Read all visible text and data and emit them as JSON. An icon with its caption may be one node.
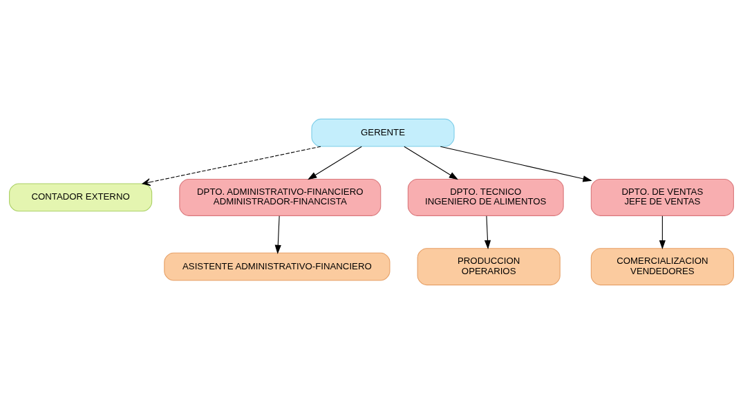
{
  "diagram": {
    "nodes": [
      {
        "text": [
          "GERENTE"
        ]
      },
      {
        "text": [
          "CONTADOR EXTERNO"
        ]
      },
      {
        "text": [
          "DPTO. ADMINISTRATIVO-FINANCIERO",
          "ADMINISTRADOR-FINANCISTA"
        ]
      },
      {
        "text": [
          "DPTO. TECNICO",
          "INGENIERO DE ALIMENTOS"
        ]
      },
      {
        "text": [
          "DPTO. DE VENTAS",
          "JEFE DE VENTAS"
        ]
      },
      {
        "text": [
          "ASISTENTE ADMINISTRATIVO-FINANCIERO"
        ]
      },
      {
        "text": [
          "PRODUCCION",
          "OPERARIOS"
        ]
      },
      {
        "text": [
          "COMERCIALIZACION",
          "VENDEDORES"
        ]
      }
    ],
    "edges": [
      {
        "from": 0,
        "to": 1,
        "arrow": "to",
        "style": "dashed"
      },
      {
        "from": 0,
        "to": 2,
        "arrow": "to"
      },
      {
        "from": 0,
        "to": 3,
        "arrow": "to"
      },
      {
        "from": 0,
        "to": 4,
        "arrow": "to"
      },
      {
        "from": 2,
        "to": 5,
        "arrow": "to"
      },
      {
        "from": 3,
        "to": 6,
        "arrow": "to"
      },
      {
        "from": 4,
        "to": 7,
        "arrow": "to"
      }
    ]
  }
}
